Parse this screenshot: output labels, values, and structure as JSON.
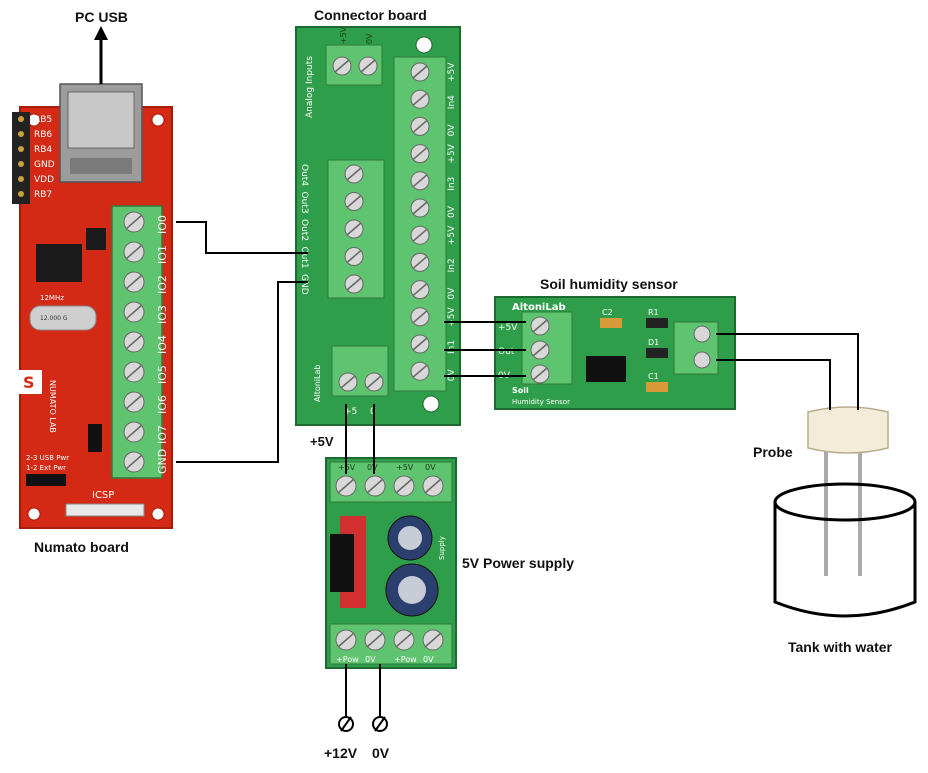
{
  "labels": {
    "pc_usb": "PC USB",
    "connector_board": "Connector board",
    "numato_board": "Numato board",
    "soil_sensor": "Soil humidity sensor",
    "power_supply": "5V Power supply",
    "probe": "Probe",
    "tank": "Tank with water",
    "plus5v": "+5V",
    "plus12v": "+12V",
    "zero_v": "0V"
  },
  "numato": {
    "header_pins": [
      "RB5",
      "RB6",
      "RB4",
      "GND",
      "VDD",
      "RB7"
    ],
    "io_pins": [
      "IO0",
      "IO1",
      "IO2",
      "IO3",
      "IO4",
      "IO5",
      "IO6",
      "IO7",
      "GND"
    ],
    "crystal_freq": "12MHz",
    "crystal_text": "12.000 G",
    "icsp": "ICSP",
    "usb_pwr": "2-3 USB Pwr",
    "ext_pwr": "1-2 Ext Pwr",
    "vendor": "NUMATO LAB"
  },
  "connector": {
    "analog_header": "Analog Inputs",
    "analog_pins": [
      "+5V",
      "0V"
    ],
    "right_pins": [
      "+5V",
      "In4",
      "0V",
      "+5V",
      "In3",
      "0V",
      "+5V",
      "In2",
      "0V",
      "+5V",
      "In1",
      "0V"
    ],
    "out_pins": [
      "Out4",
      "Out3",
      "Out2",
      "Out1",
      "GND"
    ],
    "bottom_pins": [
      "+5",
      "0"
    ],
    "brand": "AltoniLab"
  },
  "sensor": {
    "brand": "AltoniLab",
    "name_line1": "Soil",
    "name_line2": "Humidity Sensor",
    "left_pins": [
      "+5V",
      "Out",
      "0V"
    ],
    "components": [
      "C2",
      "R1",
      "D1",
      "C1"
    ],
    "probe_pins": "Probe"
  },
  "psu": {
    "top_pins": [
      "+5V",
      "0V",
      "+5V",
      "0V"
    ],
    "bottom_pins": [
      "+Pow",
      "0V",
      "+Pow",
      "0V"
    ],
    "side_text": "Supply"
  },
  "colors": {
    "numato_board": "#d42a15",
    "green_board": "#2f9e4a",
    "terminal_green": "#5fc46f",
    "capacitor_blue": "#2a3f6e",
    "probe_cap": "#f3ecd8"
  }
}
